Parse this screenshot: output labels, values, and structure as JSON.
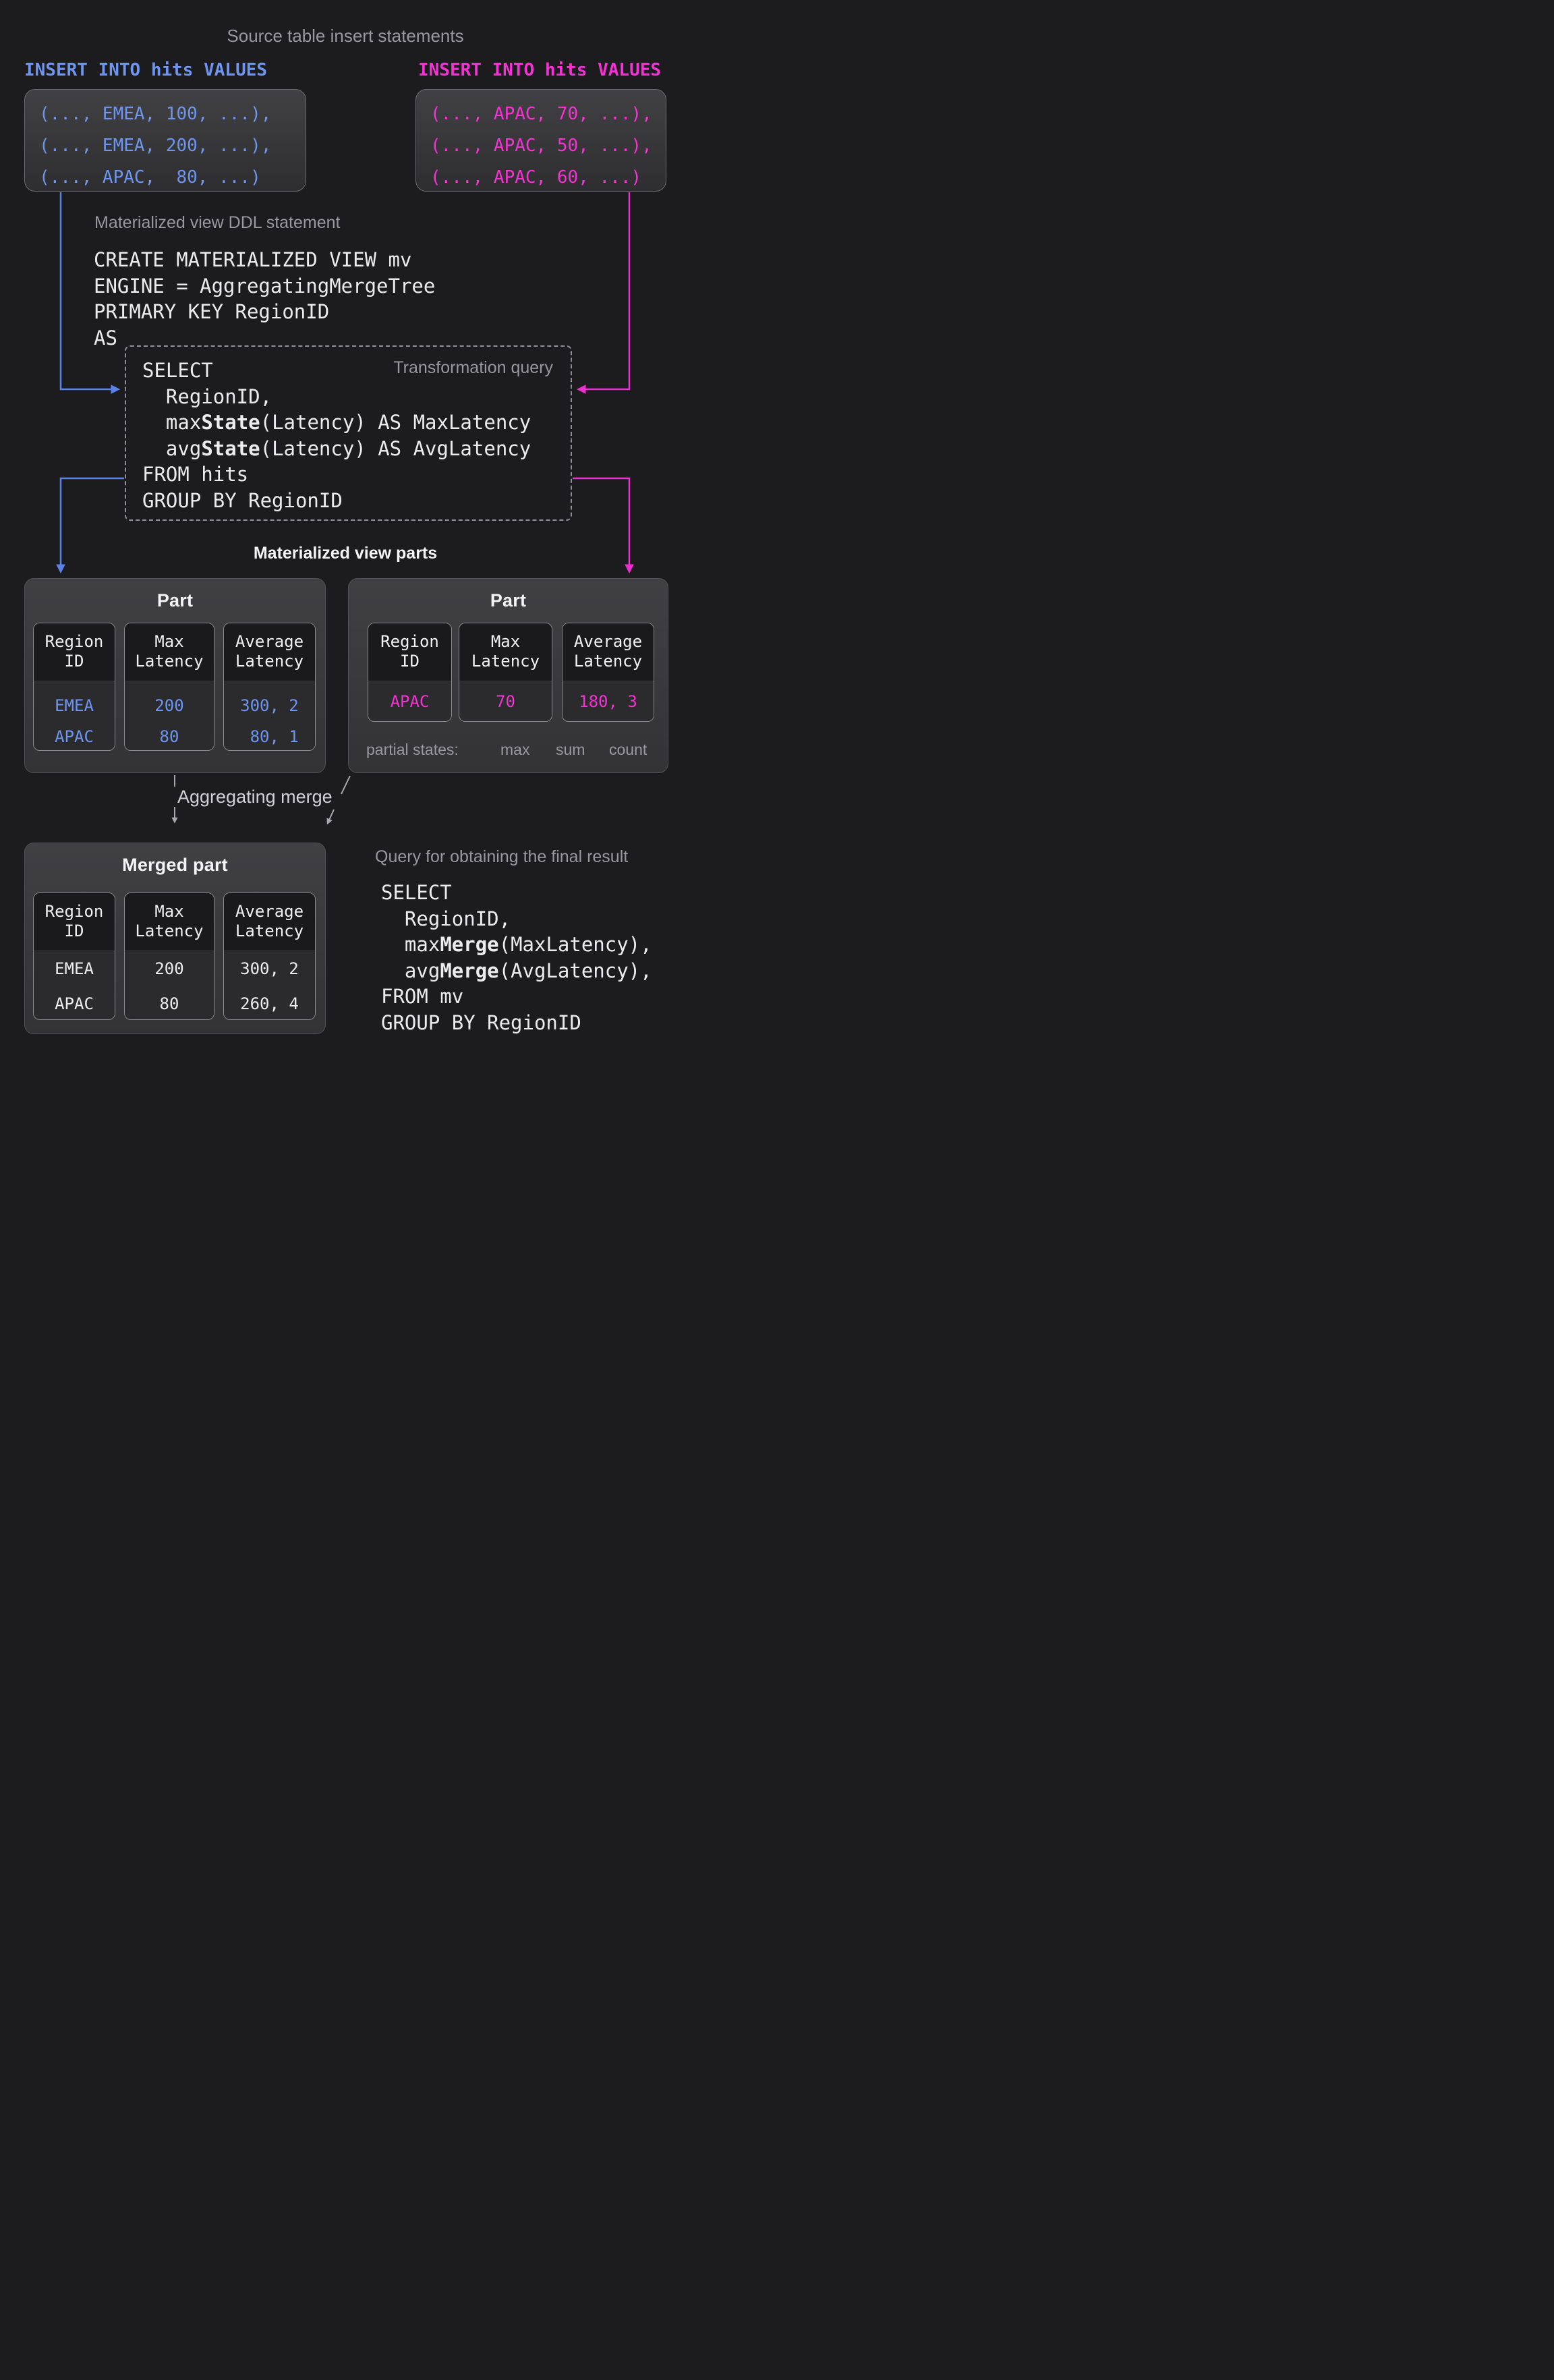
{
  "colors": {
    "accent_blue": "#6e96f0",
    "accent_pink": "#f631d5",
    "line_blue": "#5b82e8",
    "line_pink": "#ee2ed0",
    "code_text": "#ececef",
    "label_gray": "#98989d",
    "label_bright": "#f4f4f6",
    "merge_label_gray": "#d2d2d6",
    "annotation_gray": "#9a9a9e"
  },
  "page_title": "Source table insert statements",
  "insert_left": {
    "header": "INSERT INTO hits VALUES",
    "lines": [
      "(..., EMEA, 100, ...),",
      "(..., EMEA, 200, ...),",
      "(..., APAC,  80, ...)"
    ]
  },
  "insert_right": {
    "header": "INSERT INTO hits VALUES",
    "lines": [
      "(..., APAC, 70, ...),",
      "(..., APAC, 50, ...),",
      "(..., APAC, 60, ...)"
    ]
  },
  "ddl": {
    "label": "Materialized view DDL statement",
    "lines": [
      "CREATE MATERIALIZED VIEW mv",
      "ENGINE = AggregatingMergeTree",
      "PRIMARY KEY RegionID",
      "AS"
    ]
  },
  "transform": {
    "label": "Transformation query",
    "code": [
      [
        {
          "t": "SELECT"
        }
      ],
      [
        {
          "t": "  RegionID,"
        }
      ],
      [
        {
          "t": "  max"
        },
        {
          "t": "State",
          "b": true
        },
        {
          "t": "(Latency) AS MaxLatency"
        }
      ],
      [
        {
          "t": "  avg"
        },
        {
          "t": "State",
          "b": true
        },
        {
          "t": "(Latency) AS AvgLatency"
        }
      ],
      [
        {
          "t": "FROM hits"
        }
      ],
      [
        {
          "t": "GROUP BY RegionID"
        }
      ]
    ]
  },
  "parts_title": "Materialized view parts",
  "part_left": {
    "title": "Part",
    "columns": [
      {
        "header_lines": [
          "Region",
          "ID"
        ],
        "values": [
          "EMEA",
          "APAC"
        ]
      },
      {
        "header_lines": [
          "Max",
          "Latency"
        ],
        "values": [
          "200",
          "80"
        ]
      },
      {
        "header_lines": [
          "Average",
          "Latency"
        ],
        "values": [
          "300, 2",
          " 80, 1"
        ]
      }
    ]
  },
  "part_right": {
    "title": "Part",
    "columns": [
      {
        "header_lines": [
          "Region",
          "ID"
        ],
        "values": [
          "APAC"
        ]
      },
      {
        "header_lines": [
          "Max",
          "Latency"
        ],
        "values": [
          "70"
        ]
      },
      {
        "header_lines": [
          "Average",
          "Latency"
        ],
        "values": [
          "180, 3"
        ]
      }
    ],
    "partial_label": "partial states:",
    "annotations": [
      "max",
      "sum",
      "count"
    ]
  },
  "merge_label": "Aggregating merge",
  "merged": {
    "title": "Merged part",
    "columns": [
      {
        "header_lines": [
          "Region",
          "ID"
        ],
        "values": [
          "EMEA",
          "APAC"
        ]
      },
      {
        "header_lines": [
          "Max",
          "Latency"
        ],
        "values": [
          "200",
          "80"
        ]
      },
      {
        "header_lines": [
          "Average",
          "Latency"
        ],
        "values": [
          "300, 2",
          "260, 4"
        ]
      }
    ]
  },
  "final_query": {
    "label": "Query for obtaining the final result",
    "code": [
      [
        {
          "t": "SELECT"
        }
      ],
      [
        {
          "t": "  RegionID,"
        }
      ],
      [
        {
          "t": "  max"
        },
        {
          "t": "Merge",
          "b": true
        },
        {
          "t": "(MaxLatency),"
        }
      ],
      [
        {
          "t": "  avg"
        },
        {
          "t": "Merge",
          "b": true
        },
        {
          "t": "(AvgLatency),"
        }
      ],
      [
        {
          "t": "FROM mv"
        }
      ],
      [
        {
          "t": "GROUP BY RegionID"
        }
      ]
    ]
  }
}
